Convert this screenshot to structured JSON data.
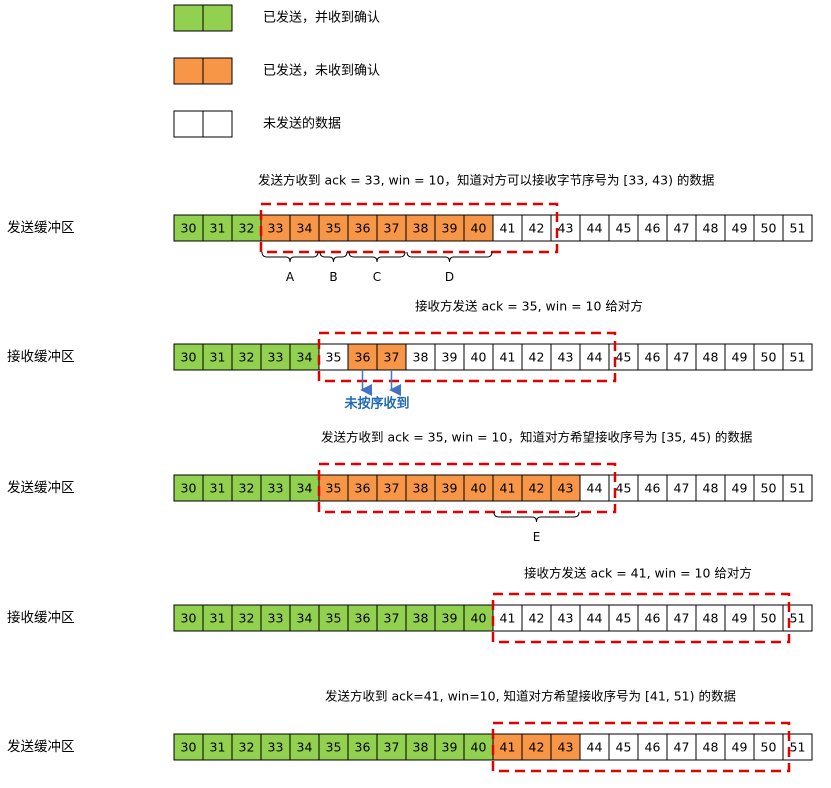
{
  "colors": {
    "acked": "#92d050",
    "sent_unacked": "#f79646",
    "unsent": "#ffffff",
    "window_border": "#e00000",
    "arrow": "#4472c4",
    "out_of_order_text": "#1f6bb5"
  },
  "legend": [
    {
      "state": "acked",
      "label": "已发送，并收到确认"
    },
    {
      "state": "sent_unacked",
      "label": "已发送，未收到确认"
    },
    {
      "state": "unsent",
      "label": "未发送的数据"
    }
  ],
  "rows": [
    {
      "label": "发送缓冲区",
      "caption": "发送方收到 ack = 33, win = 10，知道对方可以接收字节序号为 [33, 43) 的数据",
      "cells": [
        30,
        31,
        32,
        33,
        34,
        35,
        36,
        37,
        38,
        39,
        40,
        41,
        42,
        43,
        44,
        45,
        46,
        47,
        48,
        49,
        50,
        51
      ],
      "green": [
        30,
        31,
        32
      ],
      "orange": [
        33,
        34,
        35,
        36,
        37,
        38,
        39,
        40
      ],
      "window": [
        33,
        42
      ],
      "braces": [
        {
          "label": "A",
          "from": 33,
          "to": 34
        },
        {
          "label": "B",
          "from": 35,
          "to": 35
        },
        {
          "label": "C",
          "from": 36,
          "to": 37
        },
        {
          "label": "D",
          "from": 38,
          "to": 40
        }
      ]
    },
    {
      "label": "接收缓冲区",
      "caption": "接收方发送 ack = 35, win = 10 给对方",
      "cells": [
        30,
        31,
        32,
        33,
        34,
        35,
        36,
        37,
        38,
        39,
        40,
        41,
        42,
        43,
        44,
        45,
        46,
        47,
        48,
        49,
        50,
        51
      ],
      "green": [
        30,
        31,
        32,
        33,
        34
      ],
      "orange": [
        36,
        37
      ],
      "window": [
        35,
        44
      ],
      "arrows": [
        36,
        37
      ],
      "note": "未按序收到"
    },
    {
      "label": "发送缓冲区",
      "caption": "发送方收到 ack = 35, win = 10，知道对方希望接收序号为  [35, 45) 的数据",
      "cells": [
        30,
        31,
        32,
        33,
        34,
        35,
        36,
        37,
        38,
        39,
        40,
        41,
        42,
        43,
        44,
        45,
        46,
        47,
        48,
        49,
        50,
        51
      ],
      "green": [
        30,
        31,
        32,
        33,
        34
      ],
      "orange": [
        35,
        36,
        37,
        38,
        39,
        40,
        41,
        42,
        43
      ],
      "window": [
        35,
        44
      ],
      "braces": [
        {
          "label": "E",
          "from": 41,
          "to": 43
        }
      ]
    },
    {
      "label": "接收缓冲区",
      "caption": "接收方发送 ack = 41, win = 10 给对方",
      "cells": [
        30,
        31,
        32,
        33,
        34,
        35,
        36,
        37,
        38,
        39,
        40,
        41,
        42,
        43,
        44,
        45,
        46,
        47,
        48,
        49,
        50,
        51
      ],
      "green": [
        30,
        31,
        32,
        33,
        34,
        35,
        36,
        37,
        38,
        39,
        40
      ],
      "orange": [],
      "window": [
        41,
        50
      ]
    },
    {
      "label": "发送缓冲区",
      "caption": "发送方收到 ack=41, win=10, 知道对方希望接收序号为 [41, 51) 的数据",
      "cells": [
        30,
        31,
        32,
        33,
        34,
        35,
        36,
        37,
        38,
        39,
        40,
        41,
        42,
        43,
        44,
        45,
        46,
        47,
        48,
        49,
        50,
        51
      ],
      "green": [
        30,
        31,
        32,
        33,
        34,
        35,
        36,
        37,
        38,
        39,
        40
      ],
      "orange": [
        41,
        42,
        43
      ],
      "window": [
        41,
        50
      ]
    }
  ]
}
